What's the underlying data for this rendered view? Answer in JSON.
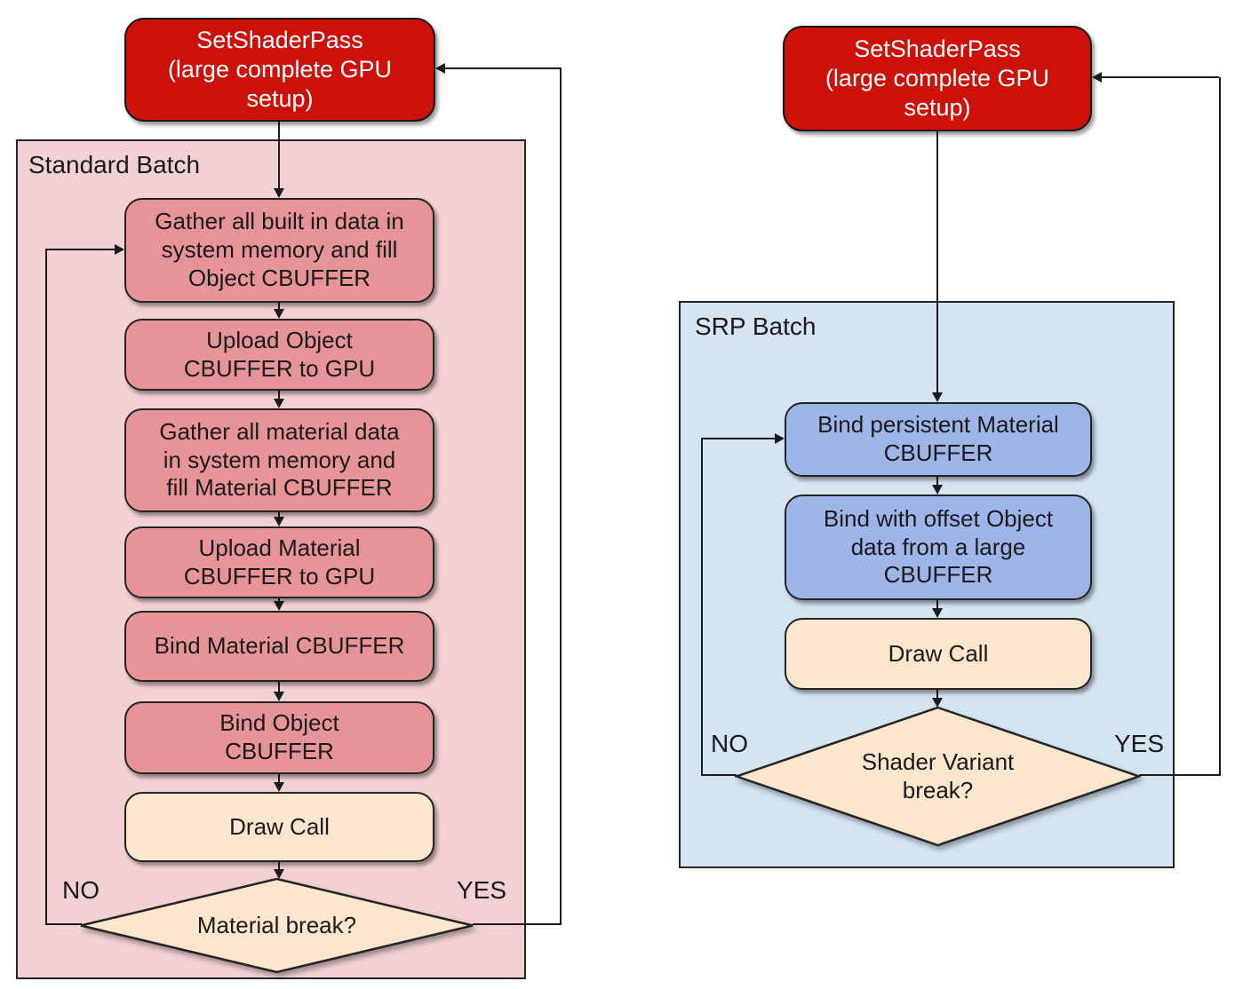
{
  "colors": {
    "red_fill": "#cc100a",
    "red_text": "#ffffff",
    "pink_bg": "#f2d0d3",
    "rose_fill": "#e79499",
    "cream_fill": "#fce7ce",
    "blue_bg": "#d6e4f2",
    "blue_fill": "#9eb5ea",
    "line": "#1c1c1c",
    "text": "#1a1a1a"
  },
  "left": {
    "set_shader_pass": "SetShaderPass\n(large complete GPU\nsetup)",
    "container_label": "Standard Batch",
    "steps": [
      "Gather all built in data in\nsystem memory and fill\nObject CBUFFER",
      "Upload Object\nCBUFFER to GPU",
      "Gather all material data\nin system memory and\nfill Material CBUFFER",
      "Upload Material\nCBUFFER to GPU",
      "Bind Material CBUFFER",
      "Bind Object\nCBUFFER"
    ],
    "draw_call": "Draw Call",
    "decision": "Material break?",
    "no_label": "NO",
    "yes_label": "YES"
  },
  "right": {
    "set_shader_pass": "SetShaderPass\n(large complete GPU\nsetup)",
    "container_label": "SRP Batch",
    "steps": [
      "Bind persistent Material\nCBUFFER",
      "Bind with offset Object\ndata from a large\nCBUFFER"
    ],
    "draw_call": "Draw Call",
    "decision": "Shader Variant\nbreak?",
    "no_label": "NO",
    "yes_label": "YES"
  }
}
